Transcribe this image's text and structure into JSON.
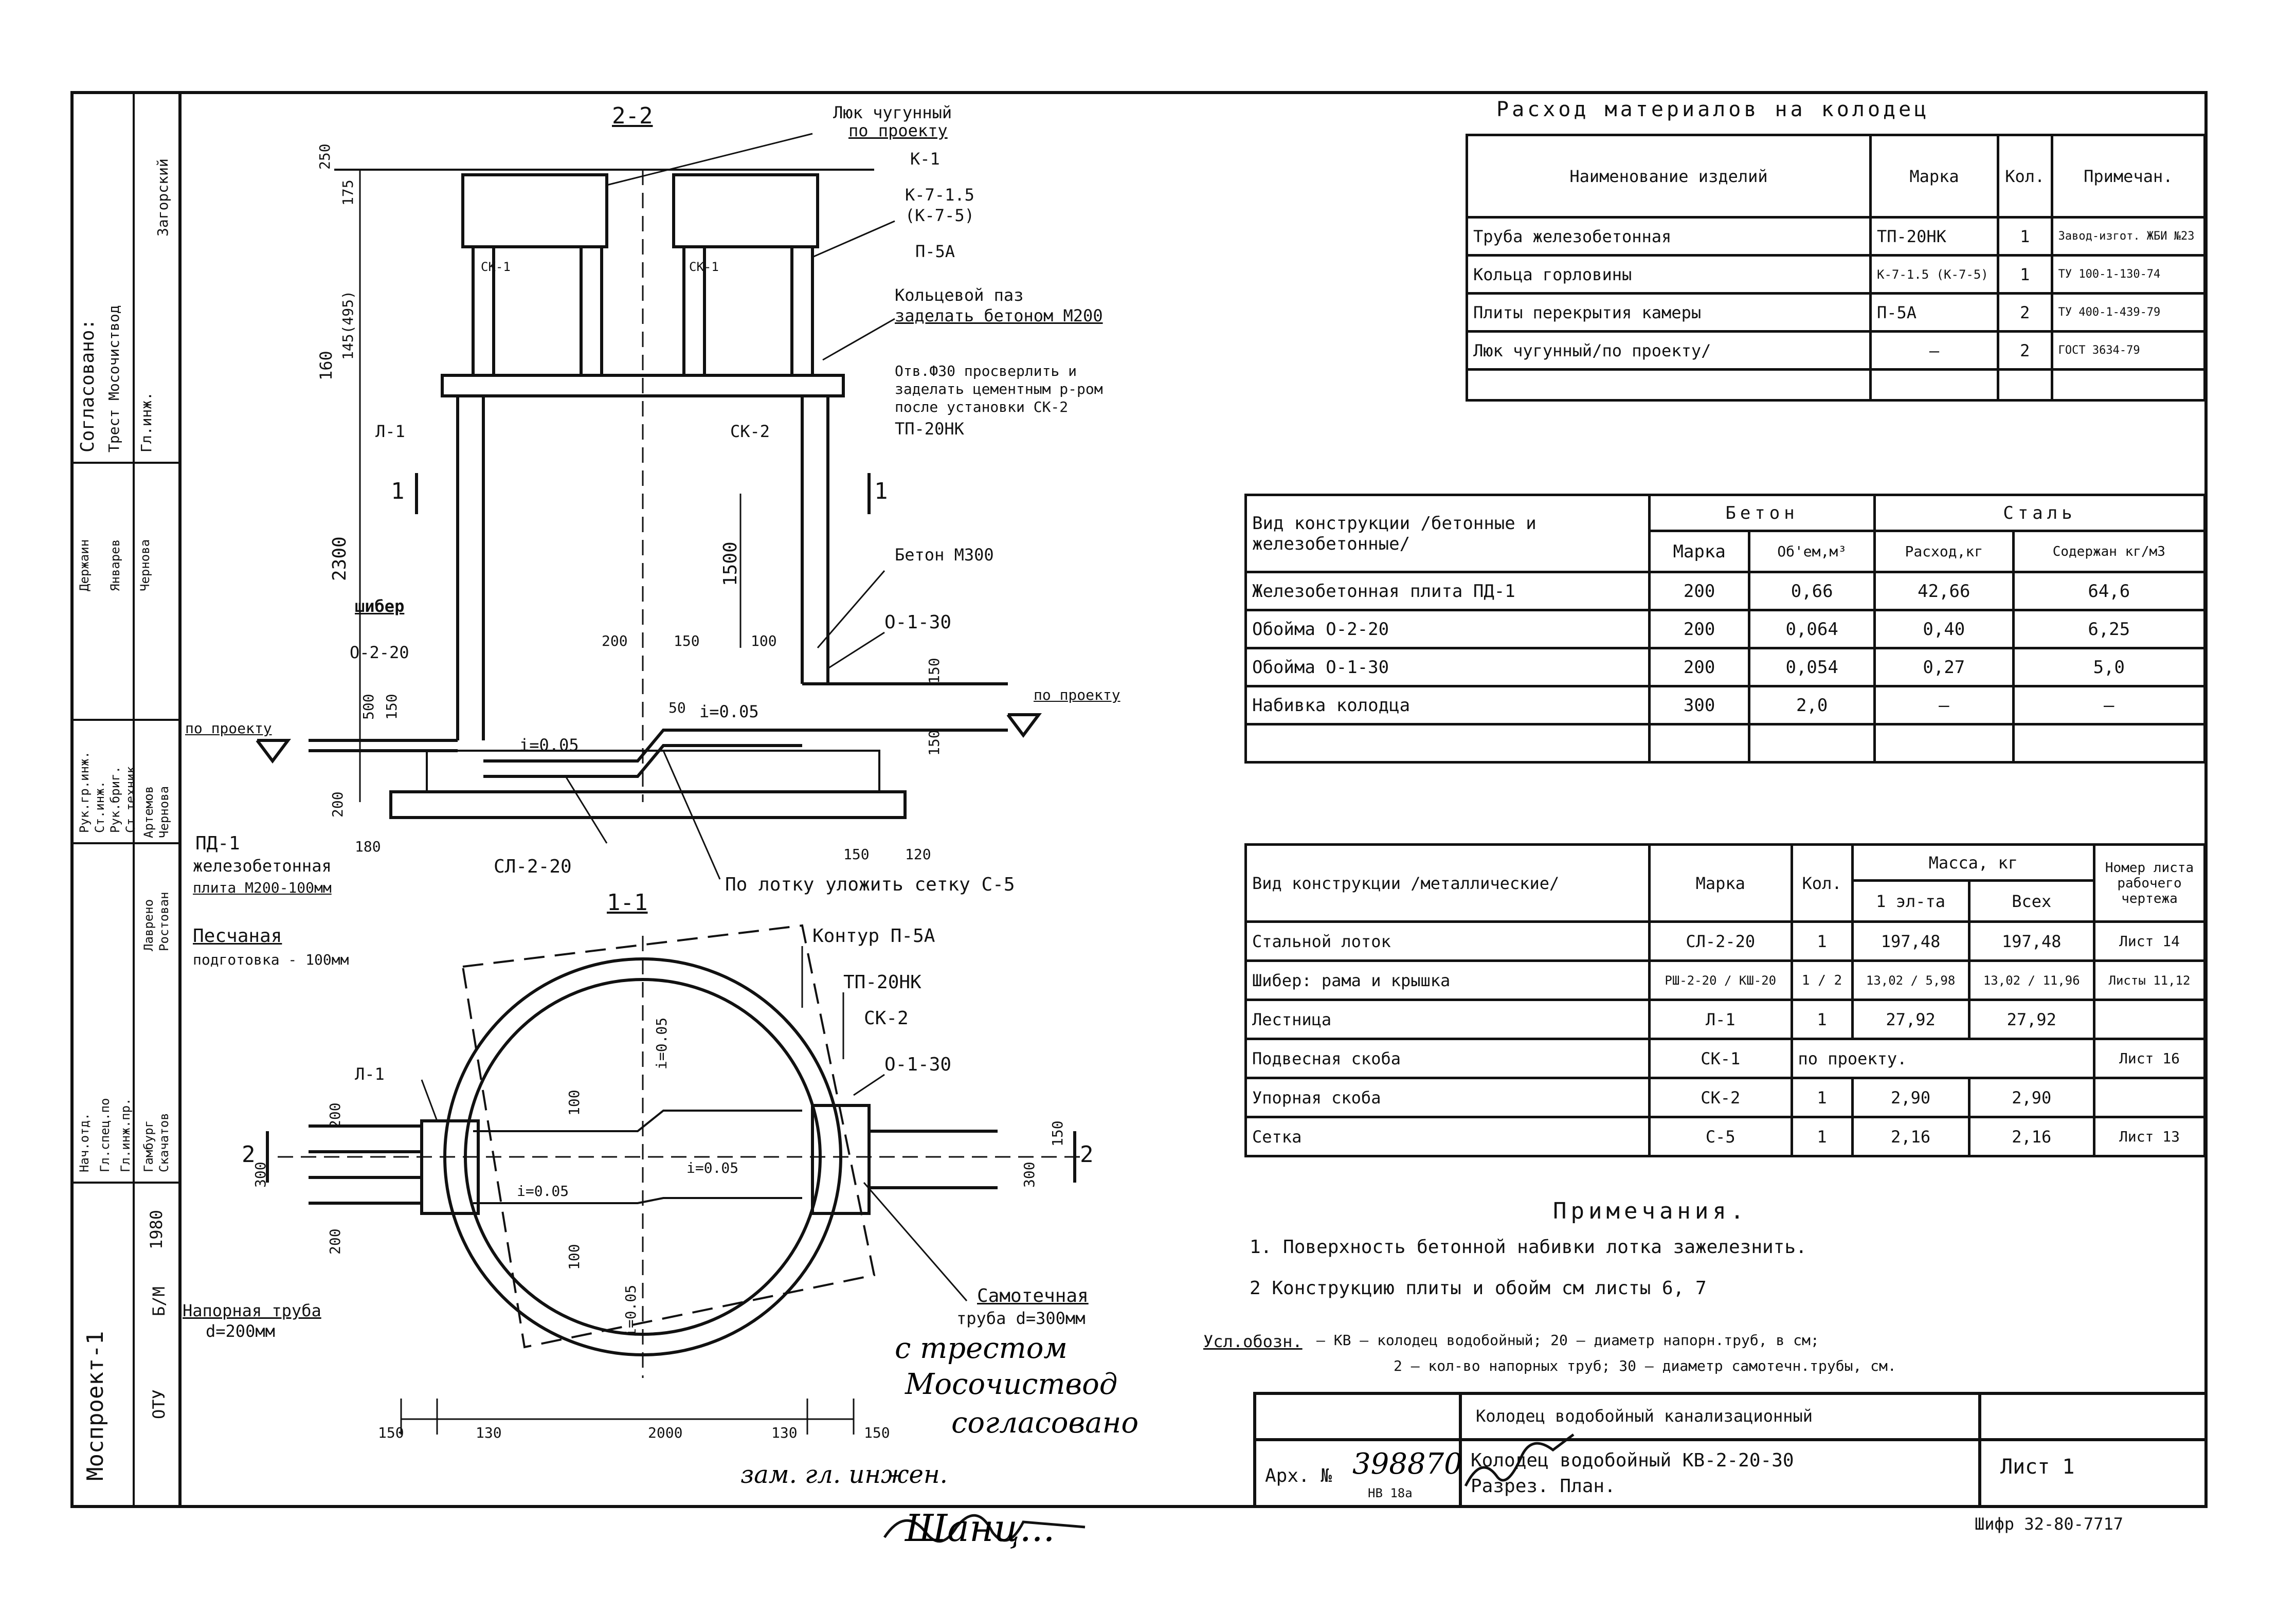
{
  "sections": {
    "section_2_2": "2-2",
    "section_1_1": "1-1",
    "mark_2_left": "2",
    "mark_2_right": "2",
    "mark_1_left": "1",
    "mark_1_right": "1"
  },
  "labels": {
    "hatch_title": "Люк чугунный",
    "hatch_sub": "по проекту",
    "k1": "К-1",
    "k715": "К-7-1.5",
    "k75": "(К-7-5)",
    "p5a": "П-5А",
    "ring_groove_1": "Кольцевой паз",
    "ring_groove_2": "заделать бетоном М200",
    "hole_1": "Отв.Ф30 просверлить и",
    "hole_2": "заделать цементным р-ром",
    "hole_3": "после установки СК-2",
    "sk2": "СК-2",
    "tp20nk": "ТП-20НК",
    "beton_m300": "Бетон М300",
    "o130": "О-1-30",
    "o220": "О-2-20",
    "po_proektu_left": "по проекту",
    "po_proektu_right": "по проекту",
    "shiber": "шибер",
    "l1": "Л-1",
    "sk1a": "СК-1",
    "sk1b": "СК-1",
    "slope_a": "i=0.05",
    "slope_b": "i=0.05",
    "pd1": "ПД-1",
    "plate_1": "железобетонная",
    "plate_2": "плита М200-100мм",
    "sand_1": "Песчаная",
    "sand_2": "подготовка - 100мм",
    "sl220": "СЛ-2-20",
    "tray_note": "По лотку уложить сетку С-5",
    "contour_p5a": "Контур П-5А",
    "plan_tp20nk": "ТП-20НК",
    "plan_sk2": "СК-2",
    "plan_o130": "О-1-30",
    "plan_l1": "Л-1",
    "pressure_pipe_1": "Напорная труба",
    "pressure_pipe_2": "d=200мм",
    "gravity_pipe_1": "Самотечная",
    "gravity_pipe_2": "труба d=300мм",
    "plan_i1": "i=0.05",
    "plan_i2": "i=0.05",
    "plan_i3": "i=0.05",
    "plan_i4": "i=0.05"
  },
  "dimensions": {
    "d250": "250",
    "d175": "175",
    "d160": "160",
    "d145": "145(495)",
    "d2300": "2300",
    "d1500": "1500",
    "d200a": "200",
    "d150a": "150",
    "d100a": "100",
    "d150b": "150",
    "d50": "50",
    "d500": "500",
    "d150c": "150",
    "d150d": "150",
    "d150e": "150",
    "d200b": "200",
    "d180": "180",
    "d120": "120",
    "p200a": "200",
    "p300a": "300",
    "p200b": "200",
    "p100a": "100",
    "p100b": "100",
    "p300b": "300",
    "p150a": "150",
    "p150": "150",
    "p130a": "130",
    "p2000": "2000",
    "p130b": "130",
    "p150b": "150"
  },
  "left_strip": {
    "agreed": "Согласовано:",
    "trust": "Трест Мосочиствод",
    "chief_eng": "Гл.инж.",
    "zagorsky": "Загорский",
    "derzh": "Держаин",
    "yanv": "Январев",
    "chern": "Чернова",
    "roles": [
      "Рук.гр.инж.",
      "Ст.инж.",
      "Рук.бриг.",
      "Ст.техник",
      "Нач.отд.",
      "Гл.спец.по",
      "Гл.инж.пр."
    ],
    "names": [
      "Лаврено",
      "Ростован",
      "Артемов",
      "Чернова",
      "Гамбург",
      "Скачатов"
    ],
    "year": "1980",
    "bm": "Б/М",
    "mosproekt": "Моспроект-1",
    "otu": "ОТУ"
  },
  "materials_table": {
    "title": "Расход материалов на колодец",
    "headers": [
      "Наименование изделий",
      "Марка",
      "Кол.",
      "Примечан."
    ],
    "rows": [
      [
        "Труба железобетонная",
        "ТП-20НК",
        "1",
        "Завод-изгот. ЖБИ №23"
      ],
      [
        "Кольца горловины",
        "К-7-1.5 (К-7-5)",
        "1",
        "ТУ 100-1-130-74"
      ],
      [
        "Плиты перекрытия камеры",
        "П-5А",
        "2",
        "ТУ 400-1-439-79"
      ],
      [
        "Люк чугунный/по проекту/",
        "—",
        "2",
        "ГОСТ 3634-79"
      ],
      [
        "",
        "",
        "",
        ""
      ]
    ]
  },
  "concrete_table": {
    "h_kind": "Вид конструкции /бетонные и железобетонные/",
    "h_beton": "Бетон",
    "h_steel": "Сталь",
    "h_marka": "Марка",
    "h_volume": "Об'ем,м³",
    "h_rashod": "Расход,кг",
    "h_content": "Содержан кг/м3",
    "rows": [
      [
        "Железобетонная плита ПД-1",
        "200",
        "0,66",
        "42,66",
        "64,6"
      ],
      [
        "Обойма О-2-20",
        "200",
        "0,064",
        "0,40",
        "6,25"
      ],
      [
        "Обойма О-1-30",
        "200",
        "0,054",
        "0,27",
        "5,0"
      ],
      [
        "Набивка колодца",
        "300",
        "2,0",
        "—",
        "—"
      ],
      [
        "",
        "",
        "",
        "",
        ""
      ]
    ]
  },
  "metal_table": {
    "h_kind": "Вид конструкции /металлические/",
    "h_marka": "Марка",
    "h_kol": "Кол.",
    "h_mass": "Масса, кг",
    "h_one": "1 эл-та",
    "h_all": "Всех",
    "h_sheet": "Номер листа рабочего чертежа",
    "rows": [
      [
        "Стальной лоток",
        "СЛ-2-20",
        "1",
        "197,48",
        "197,48",
        "Лист 14"
      ],
      [
        "Шибер: рама и крышка",
        "РШ-2-20 / КШ-20",
        "1 / 2",
        "13,02 / 5,98",
        "13,02 / 11,96",
        "Листы 11,12"
      ],
      [
        "Лестница",
        "Л-1",
        "1",
        "27,92",
        "27,92",
        ""
      ],
      [
        "Подвесная скоба",
        "СК-1",
        "по проекту.",
        "",
        "",
        "Лист 16"
      ],
      [
        "Упорная скоба",
        "СК-2",
        "1",
        "2,90",
        "2,90",
        ""
      ],
      [
        "Сетка",
        "С-5",
        "1",
        "2,16",
        "2,16",
        "Лист 13"
      ]
    ]
  },
  "notes": {
    "title": "Примечания.",
    "n1": "1. Поверхность бетонной набивки лотка зажелезнить.",
    "n2": "2 Конструкцию плиты и обойм см листы 6, 7",
    "legend_label": "Усл.обозн.",
    "legend_1": "— КВ — колодец водобойный;  20 — диаметр напорн.труб, в см;",
    "legend_2": "2 — кол-во напорных труб;  30 — диаметр самотечн.трубы, см."
  },
  "handwritten": {
    "agree_1": "с трестом",
    "agree_2": "Мосочиствод",
    "agree_3": "согласовано",
    "chief": "зам. гл. инжен.",
    "signature": "Шанц..."
  },
  "title_block": {
    "name_1": "Колодец водобойный канализационный",
    "arch_label": "Арх. №",
    "arch_no": "398870",
    "arch_sub": "НВ 18а",
    "name_2": "Колодец водобойный КВ-2-20-30",
    "name_3": "Разрез. План.",
    "sheet": "Лист 1",
    "cipher": "Шифр 32-80-7717"
  }
}
